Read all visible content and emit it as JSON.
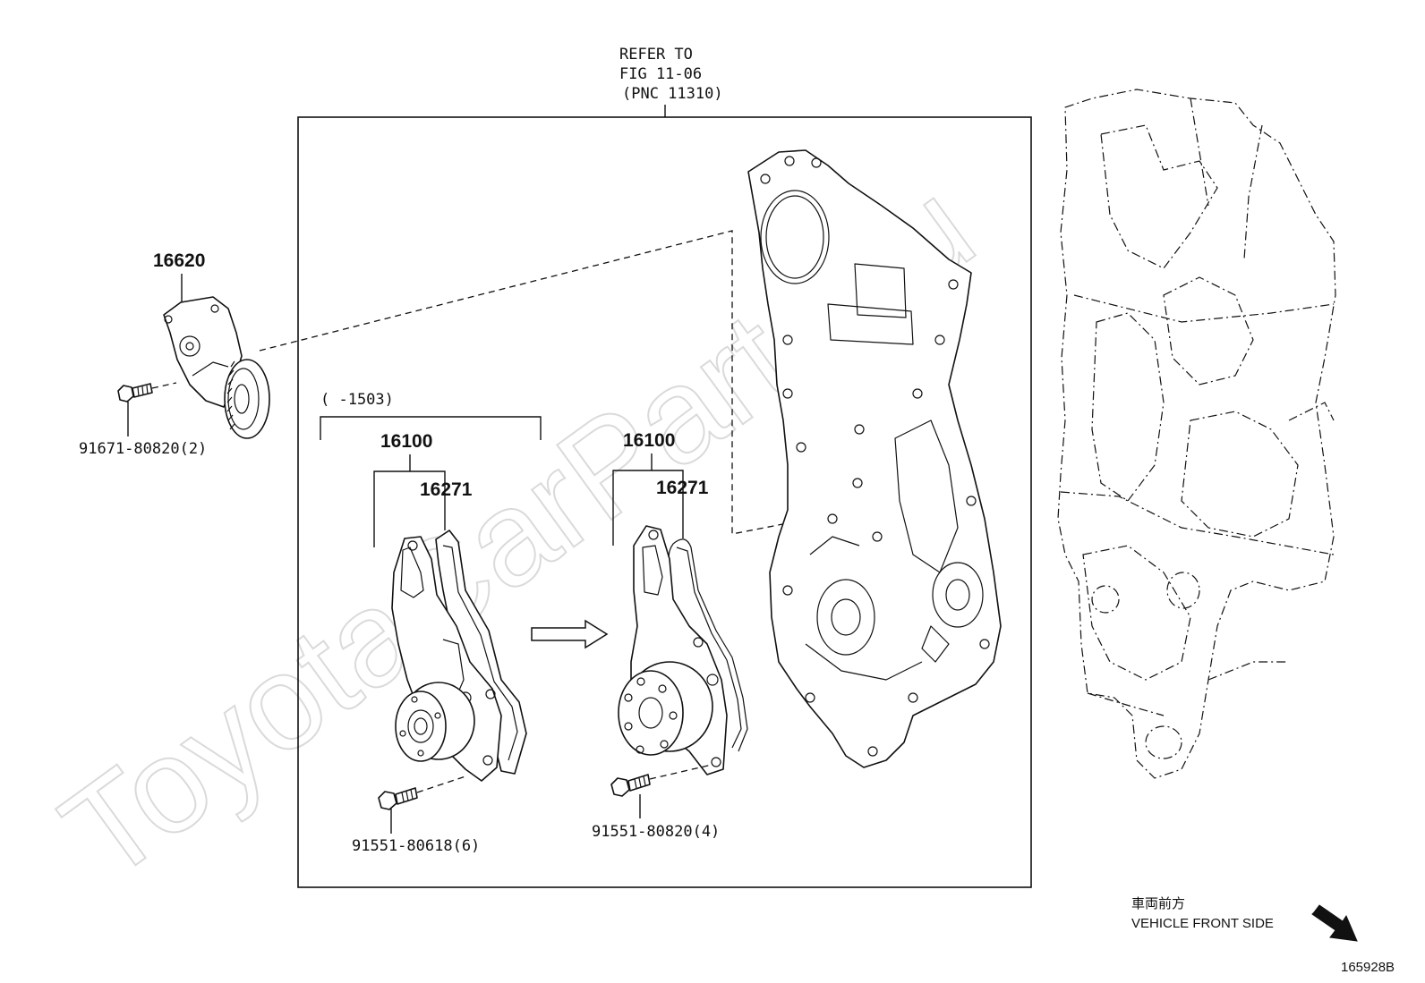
{
  "refer": {
    "line1": "REFER TO",
    "line2": "FIG 11-06",
    "line3": "(PNC 11310)"
  },
  "parts": {
    "tensioner_pn": "16620",
    "tensioner_bolt": "91671-80820(2)",
    "range_note": "(     -1503)",
    "pump_old_pn": "16100",
    "gasket_old_pn": "16271",
    "pump_old_bolt": "91551-80618(6)",
    "pump_new_pn": "16100",
    "gasket_new_pn": "16271",
    "pump_new_bolt": "91551-80820(4)"
  },
  "direction": {
    "jp": "車両前方",
    "en": "VEHICLE FRONT SIDE"
  },
  "figure_id": "165928B",
  "watermark": "ToyotaCarParts.ru"
}
